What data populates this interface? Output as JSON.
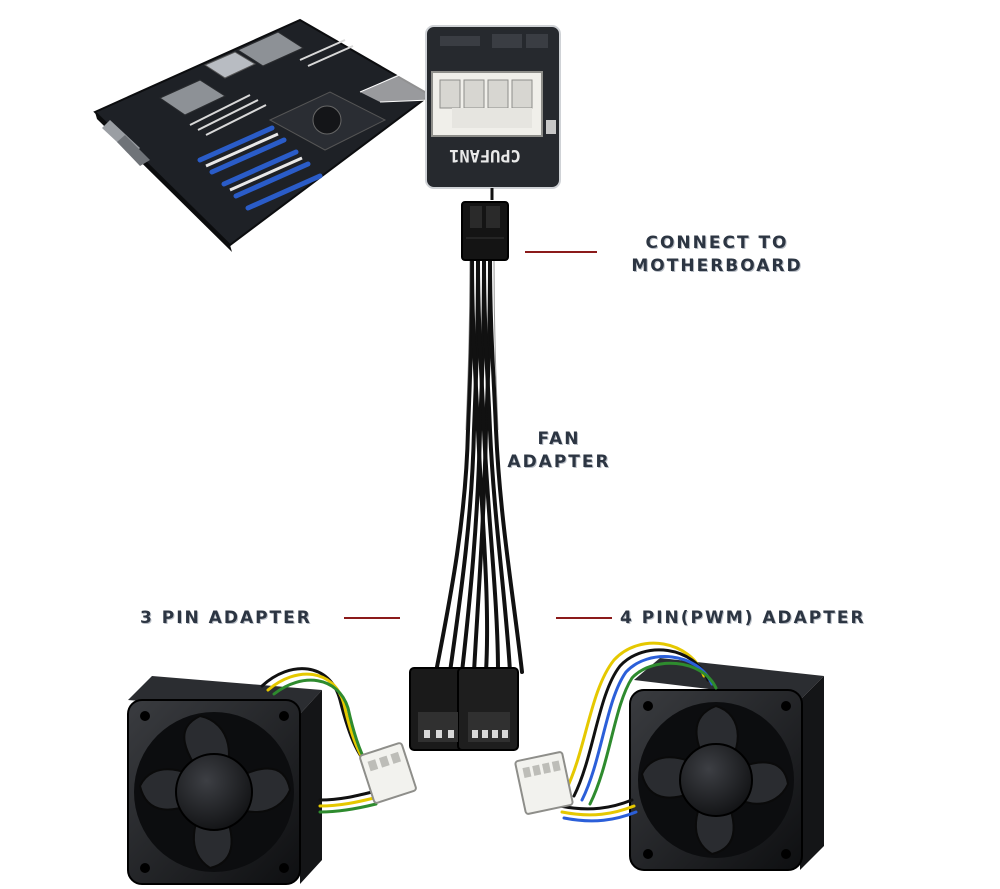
{
  "labels": {
    "connect": [
      "Connect to",
      "Motherboard"
    ],
    "fan_adapter": [
      "Fan",
      "Adapter"
    ],
    "three_pin": "3 pin adapter",
    "four_pin": "4 pin(pwm) adapter"
  },
  "header_silk": "CPUFAN1",
  "colors": {
    "leader_line": "#8b1a1a",
    "label_text": "#2c3542",
    "pcb": "#1e2126",
    "cable": "#111111",
    "wire_yellow": "#e5c800",
    "wire_green": "#2e8b2e",
    "wire_blue": "#2b5fd9",
    "connector_white": "#f2f2ee"
  }
}
